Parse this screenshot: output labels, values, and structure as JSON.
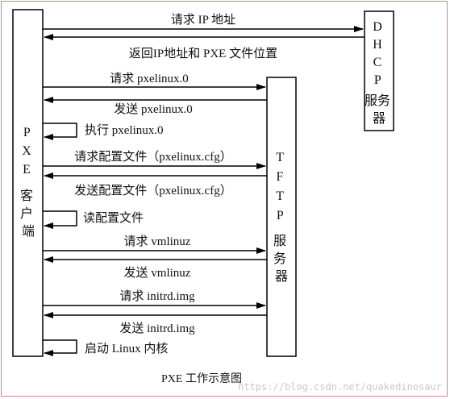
{
  "participants": {
    "pxe_client": {
      "lines": [
        "P",
        "X",
        "E",
        "客",
        "户",
        "端"
      ]
    },
    "tftp_server": {
      "lines": [
        "T",
        "F",
        "T",
        "P",
        "服",
        "务",
        "器"
      ]
    },
    "dhcp_server": {
      "lines": [
        "D",
        "H",
        "C",
        "P",
        "服务",
        "器"
      ]
    }
  },
  "messages": [
    {
      "text": "请求 IP 地址"
    },
    {
      "text": "返回IP地址和 PXE 文件位置"
    },
    {
      "text": "请求 pxelinux.0"
    },
    {
      "text": "发送 pxelinux.0"
    },
    {
      "text": "执行 pxelinux.0"
    },
    {
      "text": "请求配置文件（pxelinux.cfg）"
    },
    {
      "text": "发送配置文件（pxelinux.cfg）"
    },
    {
      "text": "读配置文件"
    },
    {
      "text": "请求 vmlinuz"
    },
    {
      "text": "发送 vmlinuz"
    },
    {
      "text": "请求 initrd.img"
    },
    {
      "text": "发送 initrd.img"
    },
    {
      "text": "启动 Linux 内核"
    }
  ],
  "caption": "PXE 工作示意图",
  "watermark": "https://blog.csdn.net/quakedinosaur"
}
